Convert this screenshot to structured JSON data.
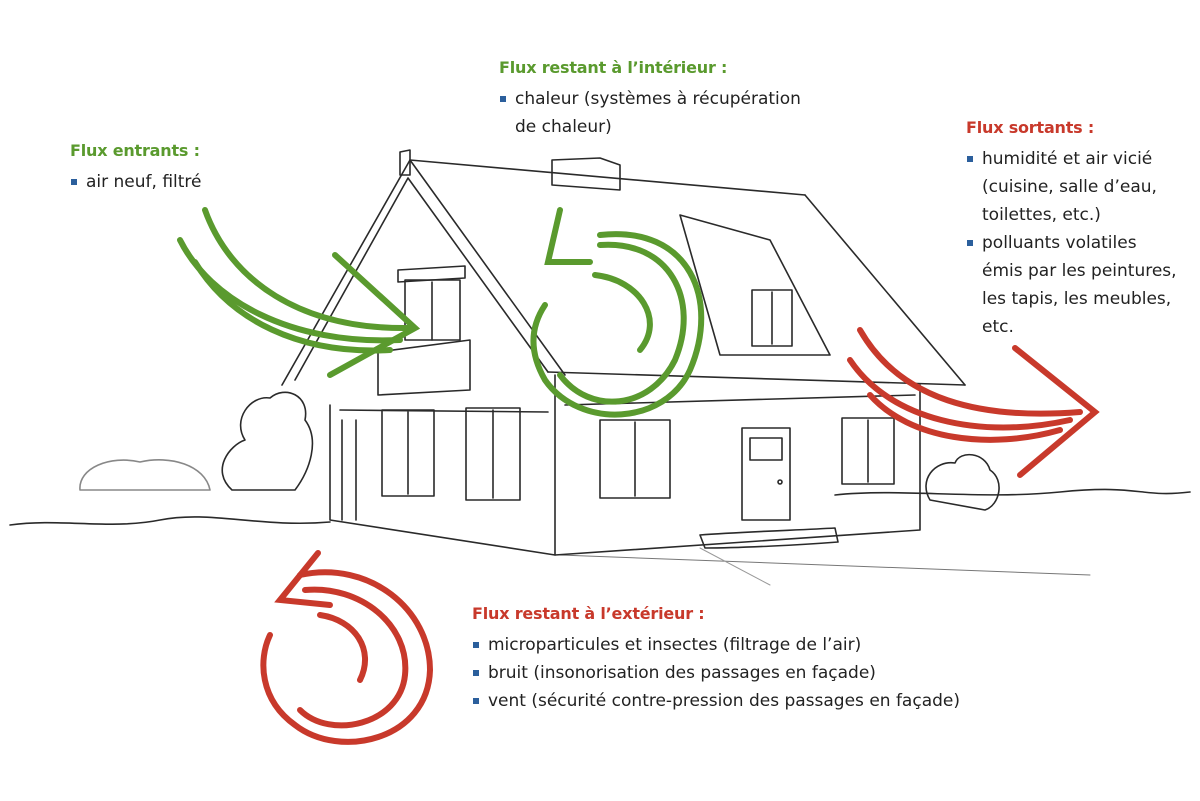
{
  "colors": {
    "green": "#5a9a2e",
    "red": "#c8392b",
    "bullet": "#2b5f9c",
    "ink": "#222222"
  },
  "blocks": {
    "inside": {
      "heading": "Flux restant à l’intérieur :",
      "items": [
        {
          "lines": [
            "chaleur (systèmes à récupération",
            "de chaleur)"
          ]
        }
      ]
    },
    "incoming": {
      "heading": "Flux entrants :",
      "items": [
        {
          "lines": [
            "air neuf, filtré"
          ]
        }
      ]
    },
    "outgoing": {
      "heading": "Flux sortants :",
      "items": [
        {
          "lines": [
            "humidité et air vicié",
            "(cuisine, salle d’eau,",
            "toilettes, etc.)"
          ]
        },
        {
          "lines": [
            "polluants volatiles",
            "émis par les peintures,",
            "les tapis, les meubles,",
            "etc."
          ]
        }
      ]
    },
    "outside": {
      "heading": "Flux restant à l’extérieur :",
      "items": [
        {
          "lines": [
            "microparticules et insectes (filtrage de l’air)"
          ]
        },
        {
          "lines": [
            "bruit (insonorisation des passages en façade)"
          ]
        },
        {
          "lines": [
            "vent (sécurité contre-pression des passages en façade)"
          ]
        }
      ]
    }
  }
}
